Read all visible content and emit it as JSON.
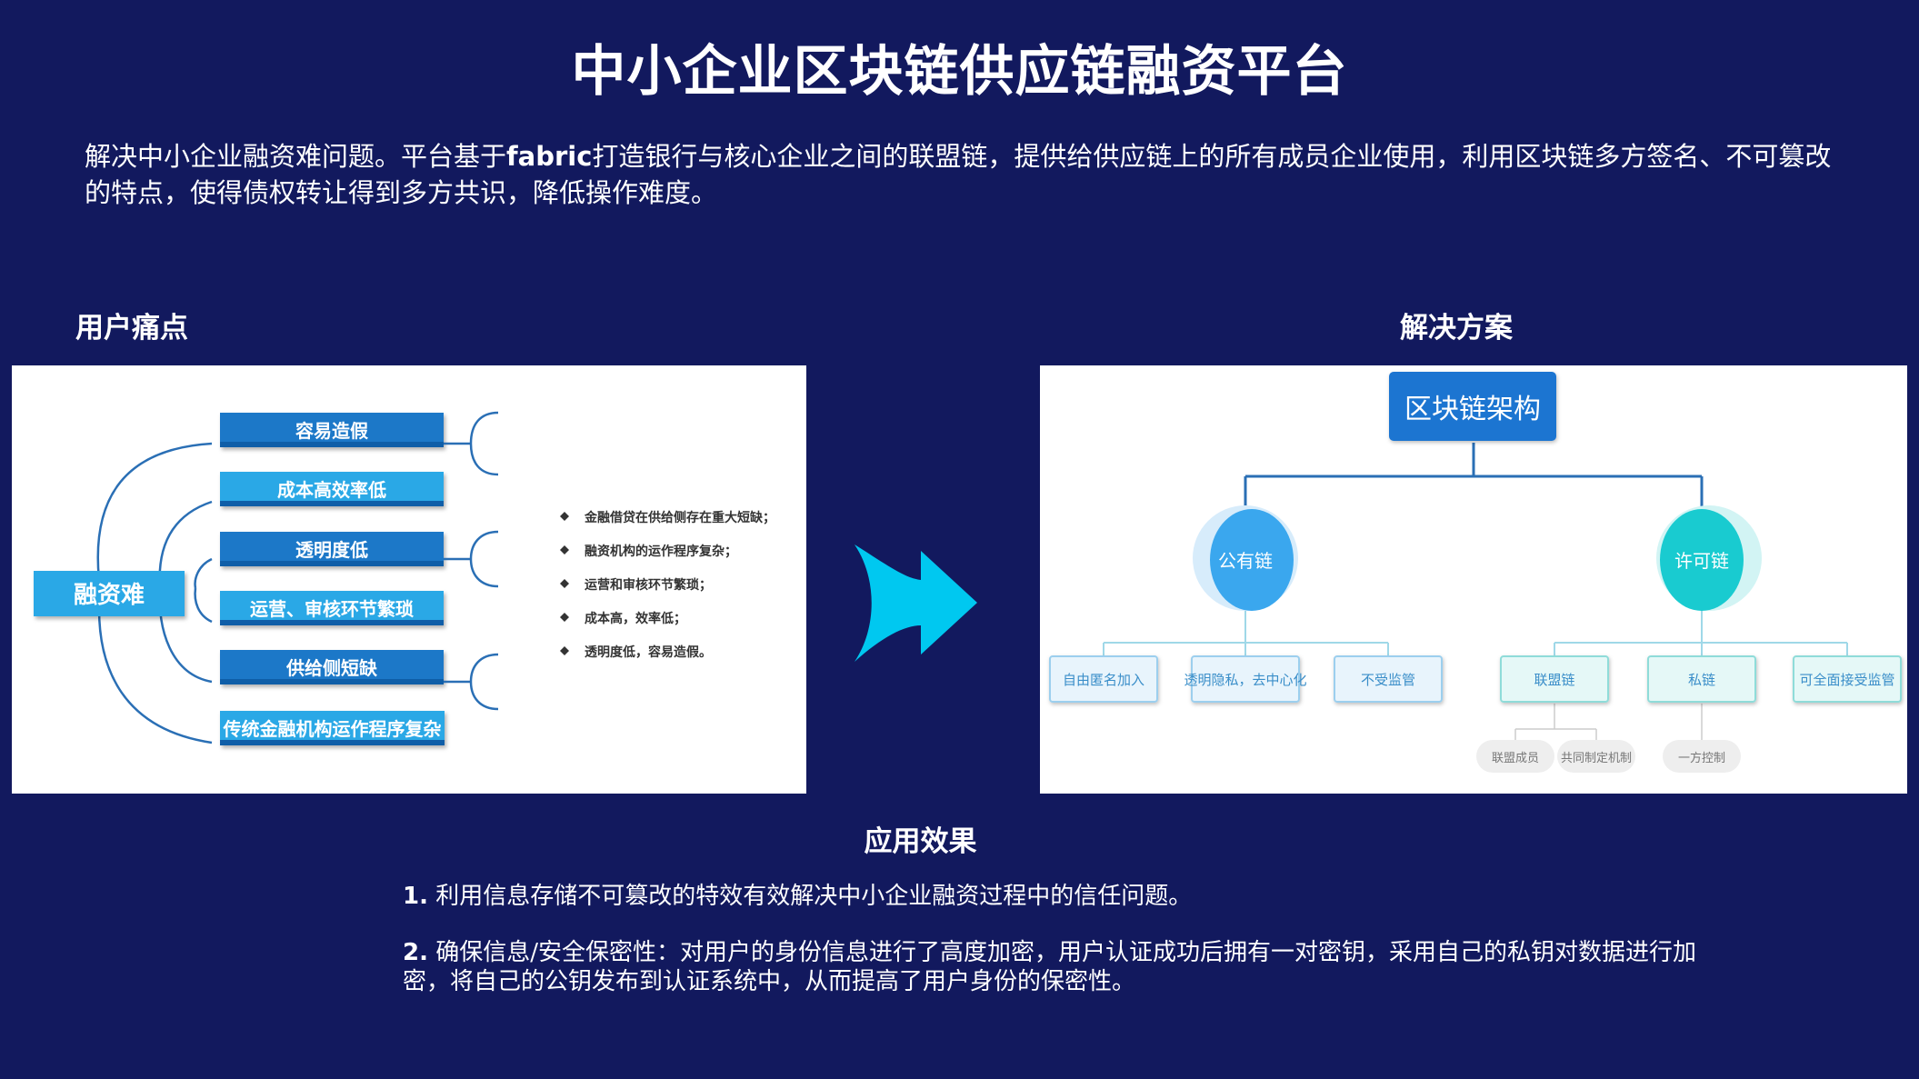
{
  "title": "中小企业区块链供应链融资平台",
  "intro": {
    "prefix": "解决中小企业融资难问题。平台基于",
    "keyword": "fabric",
    "suffix": "打造银行与核心企业之间的联盟链，提供给供应链上的所有成员企业使用，利用区块链多方签名、不可篡改的特点，使得债权转让得到多方共识，降低操作难度。"
  },
  "pain_points": {
    "label": "用户痛点",
    "root": "融资难",
    "items": [
      "容易造假",
      "成本高效率低",
      "透明度低",
      "运营、审核环节繁琐",
      "供给侧短缺",
      "传统金融机构运作程序复杂"
    ],
    "bullets": [
      "金融借贷在供给侧存在重大短缺；",
      "融资机构的运作程序复杂；",
      "运营和审核环节繁琐；",
      "成本高，效率低；",
      "透明度低，容易造假。"
    ],
    "colors": {
      "box": "#1a78c8",
      "box_light": "#29a8e6",
      "line": "#2a6fb5"
    }
  },
  "arrow_color": "#00c8f0",
  "solution": {
    "label": "解决方案",
    "root": "区块链架构",
    "public": {
      "name": "公有链",
      "features": [
        "自由匿名加入",
        "透明隐私，去中心化",
        "不受监管"
      ]
    },
    "permissioned": {
      "name": "许可链",
      "features": [
        "联盟链",
        "私链",
        "可全面接受监管"
      ],
      "sub_alliance": [
        "联盟成员",
        "共同制定机制"
      ],
      "sub_private": [
        "一方控制"
      ]
    },
    "colors": {
      "root": "#1b74d1",
      "public": "#3aa7ee",
      "permissioned": "#19cbd0",
      "line": "#2a6fb5"
    }
  },
  "effects": {
    "label": "应用效果",
    "items": [
      {
        "num": "1.",
        "text": " 利用信息存储不可篡改的特效有效解决中小企业融资过程中的信任问题。"
      },
      {
        "num": "2.",
        "text": " 确保信息/安全保密性：对用户的身份信息进行了高度加密，用户认证成功后拥有一对密钥，采用自己的私钥对数据进行加密，将自己的公钥发布到认证系统中，从而提高了用户身份的保密性。"
      }
    ]
  }
}
